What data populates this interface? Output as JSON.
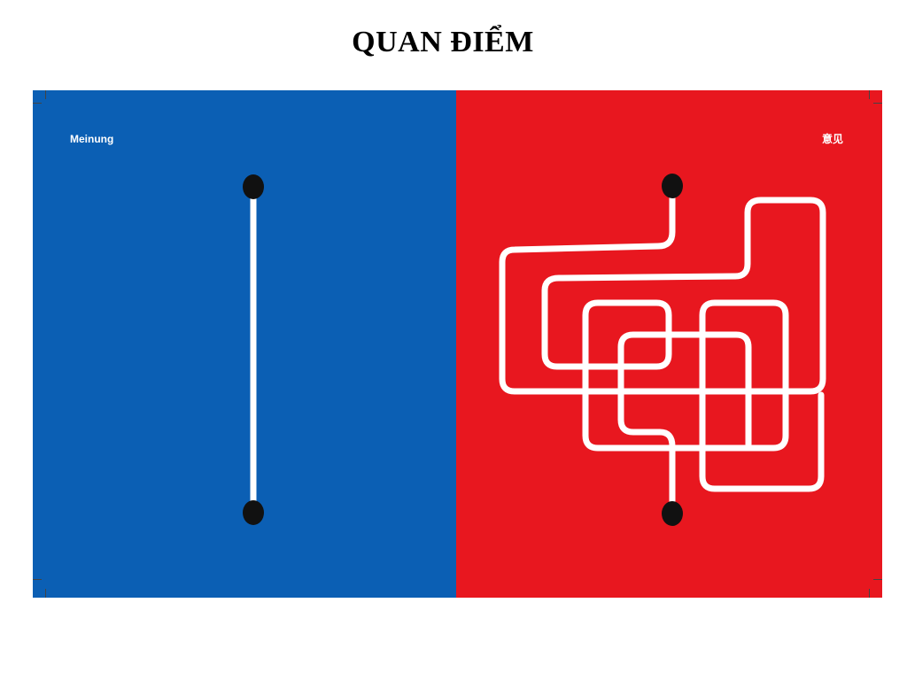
{
  "title": "QUAN ĐIỂM",
  "left_panel": {
    "label": "Meinung",
    "color": "#0b5fb4"
  },
  "right_panel": {
    "label": "意见",
    "color": "#e8171f"
  },
  "line_color": "#ffffff",
  "dot_color": "#111111"
}
